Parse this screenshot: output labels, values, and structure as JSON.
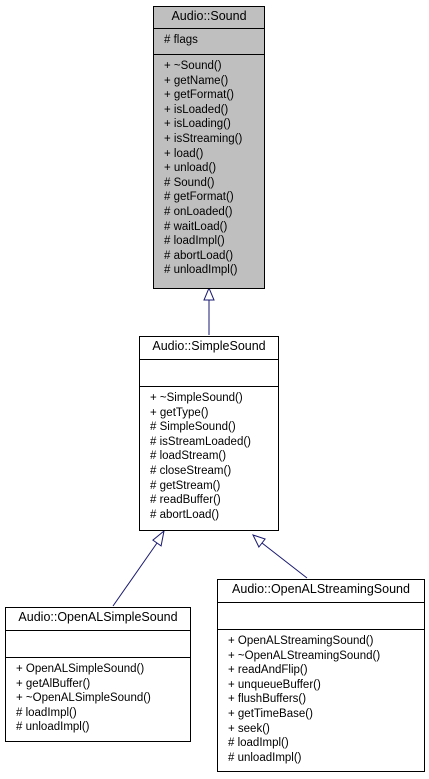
{
  "classes": {
    "sound": {
      "name": "Audio::Sound",
      "attributes": [
        "# flags"
      ],
      "methods": [
        "+ ~Sound()",
        "+ getName()",
        "+ getFormat()",
        "+ isLoaded()",
        "+ isLoading()",
        "+ isStreaming()",
        "+ load()",
        "+ unload()",
        "# Sound()",
        "# getFormat()",
        "# onLoaded()",
        "# waitLoad()",
        "# loadImpl()",
        "# abortLoad()",
        "# unloadImpl()"
      ]
    },
    "simple_sound": {
      "name": "Audio::SimpleSound",
      "attributes": [],
      "methods": [
        "+ ~SimpleSound()",
        "+ getType()",
        "# SimpleSound()",
        "# isStreamLoaded()",
        "# loadStream()",
        "# closeStream()",
        "# getStream()",
        "# readBuffer()",
        "# abortLoad()"
      ]
    },
    "openal_simple_sound": {
      "name": "Audio::OpenALSimpleSound",
      "attributes": [],
      "methods": [
        "+ OpenALSimpleSound()",
        "+ getAlBuffer()",
        "+ ~OpenALSimpleSound()",
        "# loadImpl()",
        "# unloadImpl()"
      ]
    },
    "openal_streaming_sound": {
      "name": "Audio::OpenALStreamingSound",
      "attributes": [],
      "methods": [
        "+ OpenALStreamingSound()",
        "+ ~OpenALStreamingSound()",
        "+ readAndFlip()",
        "+ unqueueBuffer()",
        "+ flushBuffers()",
        "+ getTimeBase()",
        "+ seek()",
        "# loadImpl()",
        "# unloadImpl()"
      ]
    }
  },
  "colors": {
    "highlight_fill": "#bfbfbf",
    "edge": "#191970",
    "border": "#000000"
  }
}
